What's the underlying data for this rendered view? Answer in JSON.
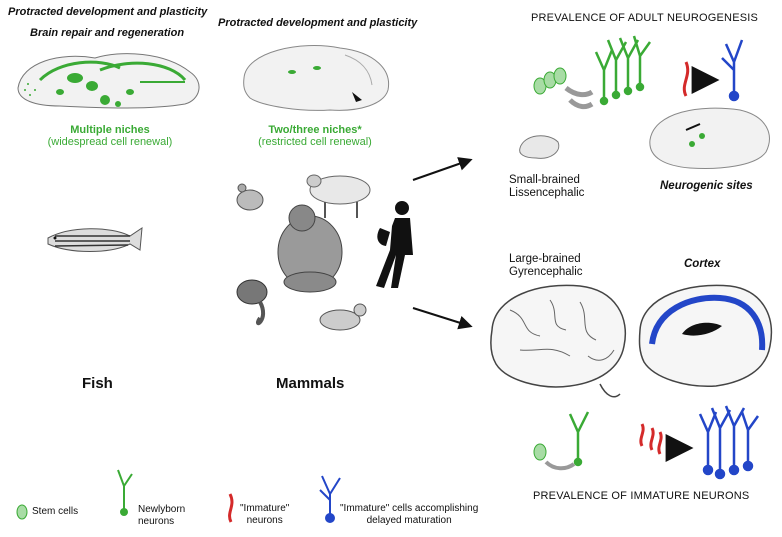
{
  "fish_column": {
    "heading": "Protracted development and plasticity",
    "subheading": "Brain repair and regeneration",
    "niches_title": "Multiple niches",
    "niches_sub": "(widespread cell renewal)",
    "label": "Fish"
  },
  "mammal_column": {
    "heading": "Protracted development and plasticity",
    "niches_title": "Two/three niches*",
    "niches_sub": "(restricted cell renewal)",
    "label": "Mammals"
  },
  "right_panel": {
    "adult_title": "PREVALENCE OF ADULT NEUROGENESIS",
    "small_brain_line1": "Small-brained",
    "small_brain_line2": "Lissencephalic",
    "neurogenic_sites": "Neurogenic sites",
    "large_brain_line1": "Large-brained",
    "large_brain_line2": "Gyrencephalic",
    "cortex": "Cortex",
    "immature_title": "PREVALENCE OF IMMATURE NEURONS"
  },
  "legend": {
    "stem": "Stem cells",
    "newlyborn_1": "Newlyborn",
    "newlyborn_2": "neurons",
    "immature_1": "\"Immature\"",
    "immature_2": "neurons",
    "delayed_1": "\"Immature\" cells accomplishing",
    "delayed_2": "delayed maturation"
  },
  "colors": {
    "green": "#3aaa35",
    "red": "#d42a2a",
    "blue": "#2346c8",
    "gray": "#999999"
  }
}
